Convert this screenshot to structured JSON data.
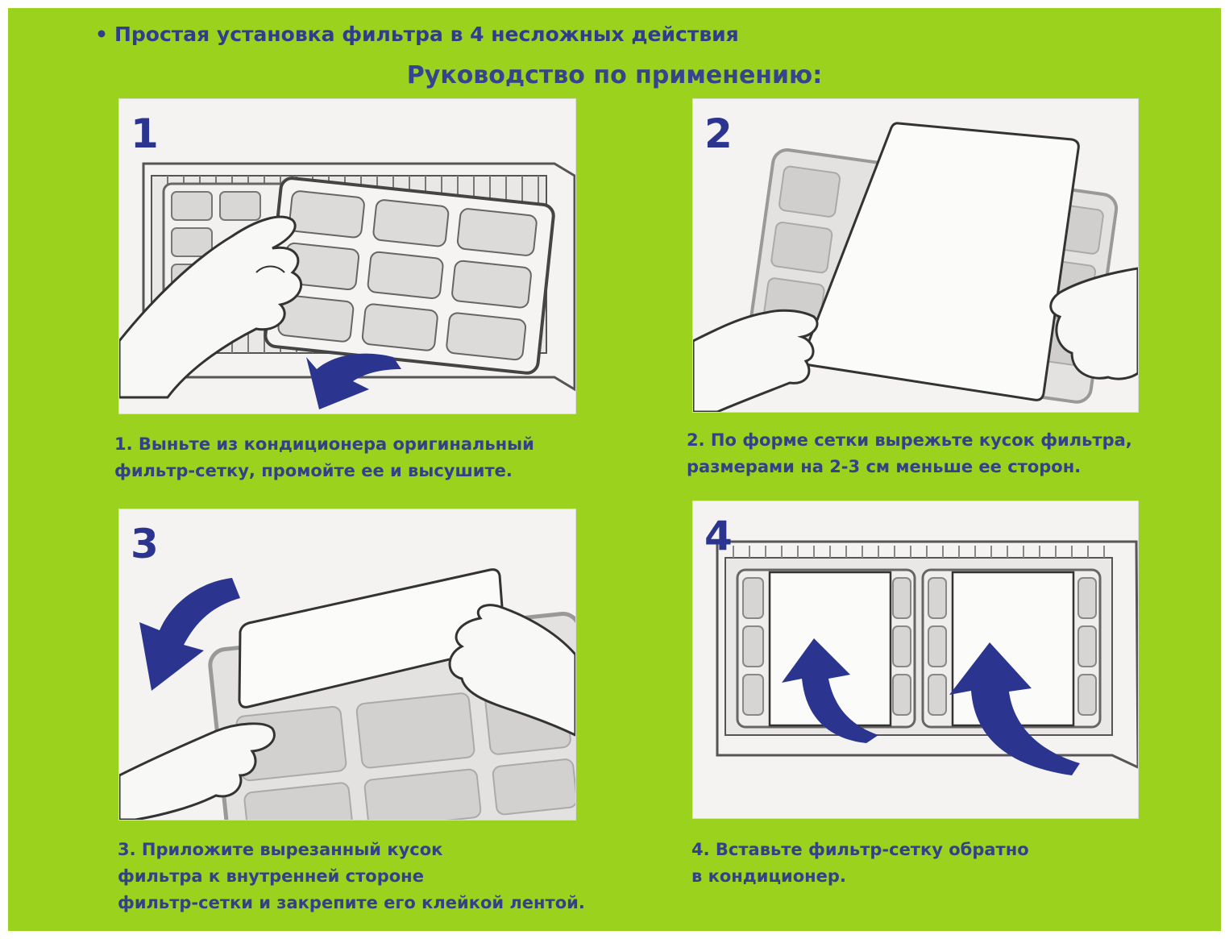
{
  "header": {
    "bullet": "•",
    "headline": "Простая установка фильтра  в 4 несложных действия",
    "subtitle": "Руководство по применению:"
  },
  "colors": {
    "background": "#9bd21e",
    "text": "#33408a",
    "arrow": "#2b3590",
    "panel": "#f4f3f2"
  },
  "steps": [
    {
      "number": "1",
      "lines": [
        "1. Выньте из кондиционера оригинальный",
        "фильтр-сетку, промойте ее и высушите."
      ]
    },
    {
      "number": "2",
      "lines": [
        "2. По форме сетки вырежьте кусок фильтра,",
        "размерами на 2-3 см меньше ее сторон."
      ]
    },
    {
      "number": "3",
      "lines": [
        "3. Приложите вырезанный кусок",
        "фильтра к внутренней стороне",
        "фильтр-сетки  и закрепите его клейкой лентой."
      ]
    },
    {
      "number": "4",
      "lines": [
        "4. Вставьте фильтр-сетку обратно",
        "в кондиционер."
      ]
    }
  ]
}
